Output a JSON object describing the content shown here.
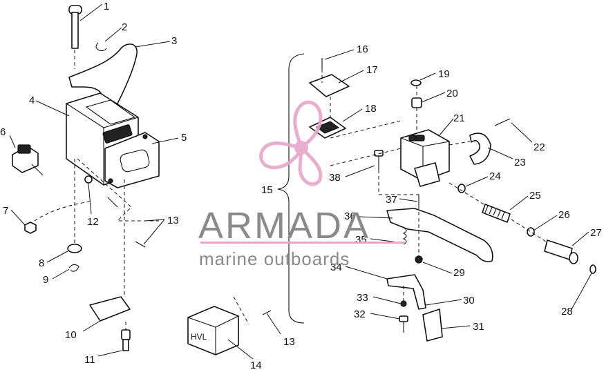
{
  "diagram": {
    "callouts": [
      "1",
      "2",
      "3",
      "4",
      "5",
      "6",
      "7",
      "8",
      "9",
      "10",
      "11",
      "12",
      "13",
      "13",
      "14",
      "15",
      "16",
      "17",
      "18",
      "19",
      "20",
      "21",
      "22",
      "23",
      "24",
      "25",
      "26",
      "27",
      "28",
      "29",
      "30",
      "31",
      "32",
      "33",
      "34",
      "35",
      "36",
      "37",
      "38"
    ],
    "decal_text": "HVL"
  },
  "watermark": {
    "brand": "ARMADA",
    "tagline": "marine outboards",
    "colors": {
      "pink": "#e7a6c8",
      "gray": "#8a8a8a"
    }
  }
}
